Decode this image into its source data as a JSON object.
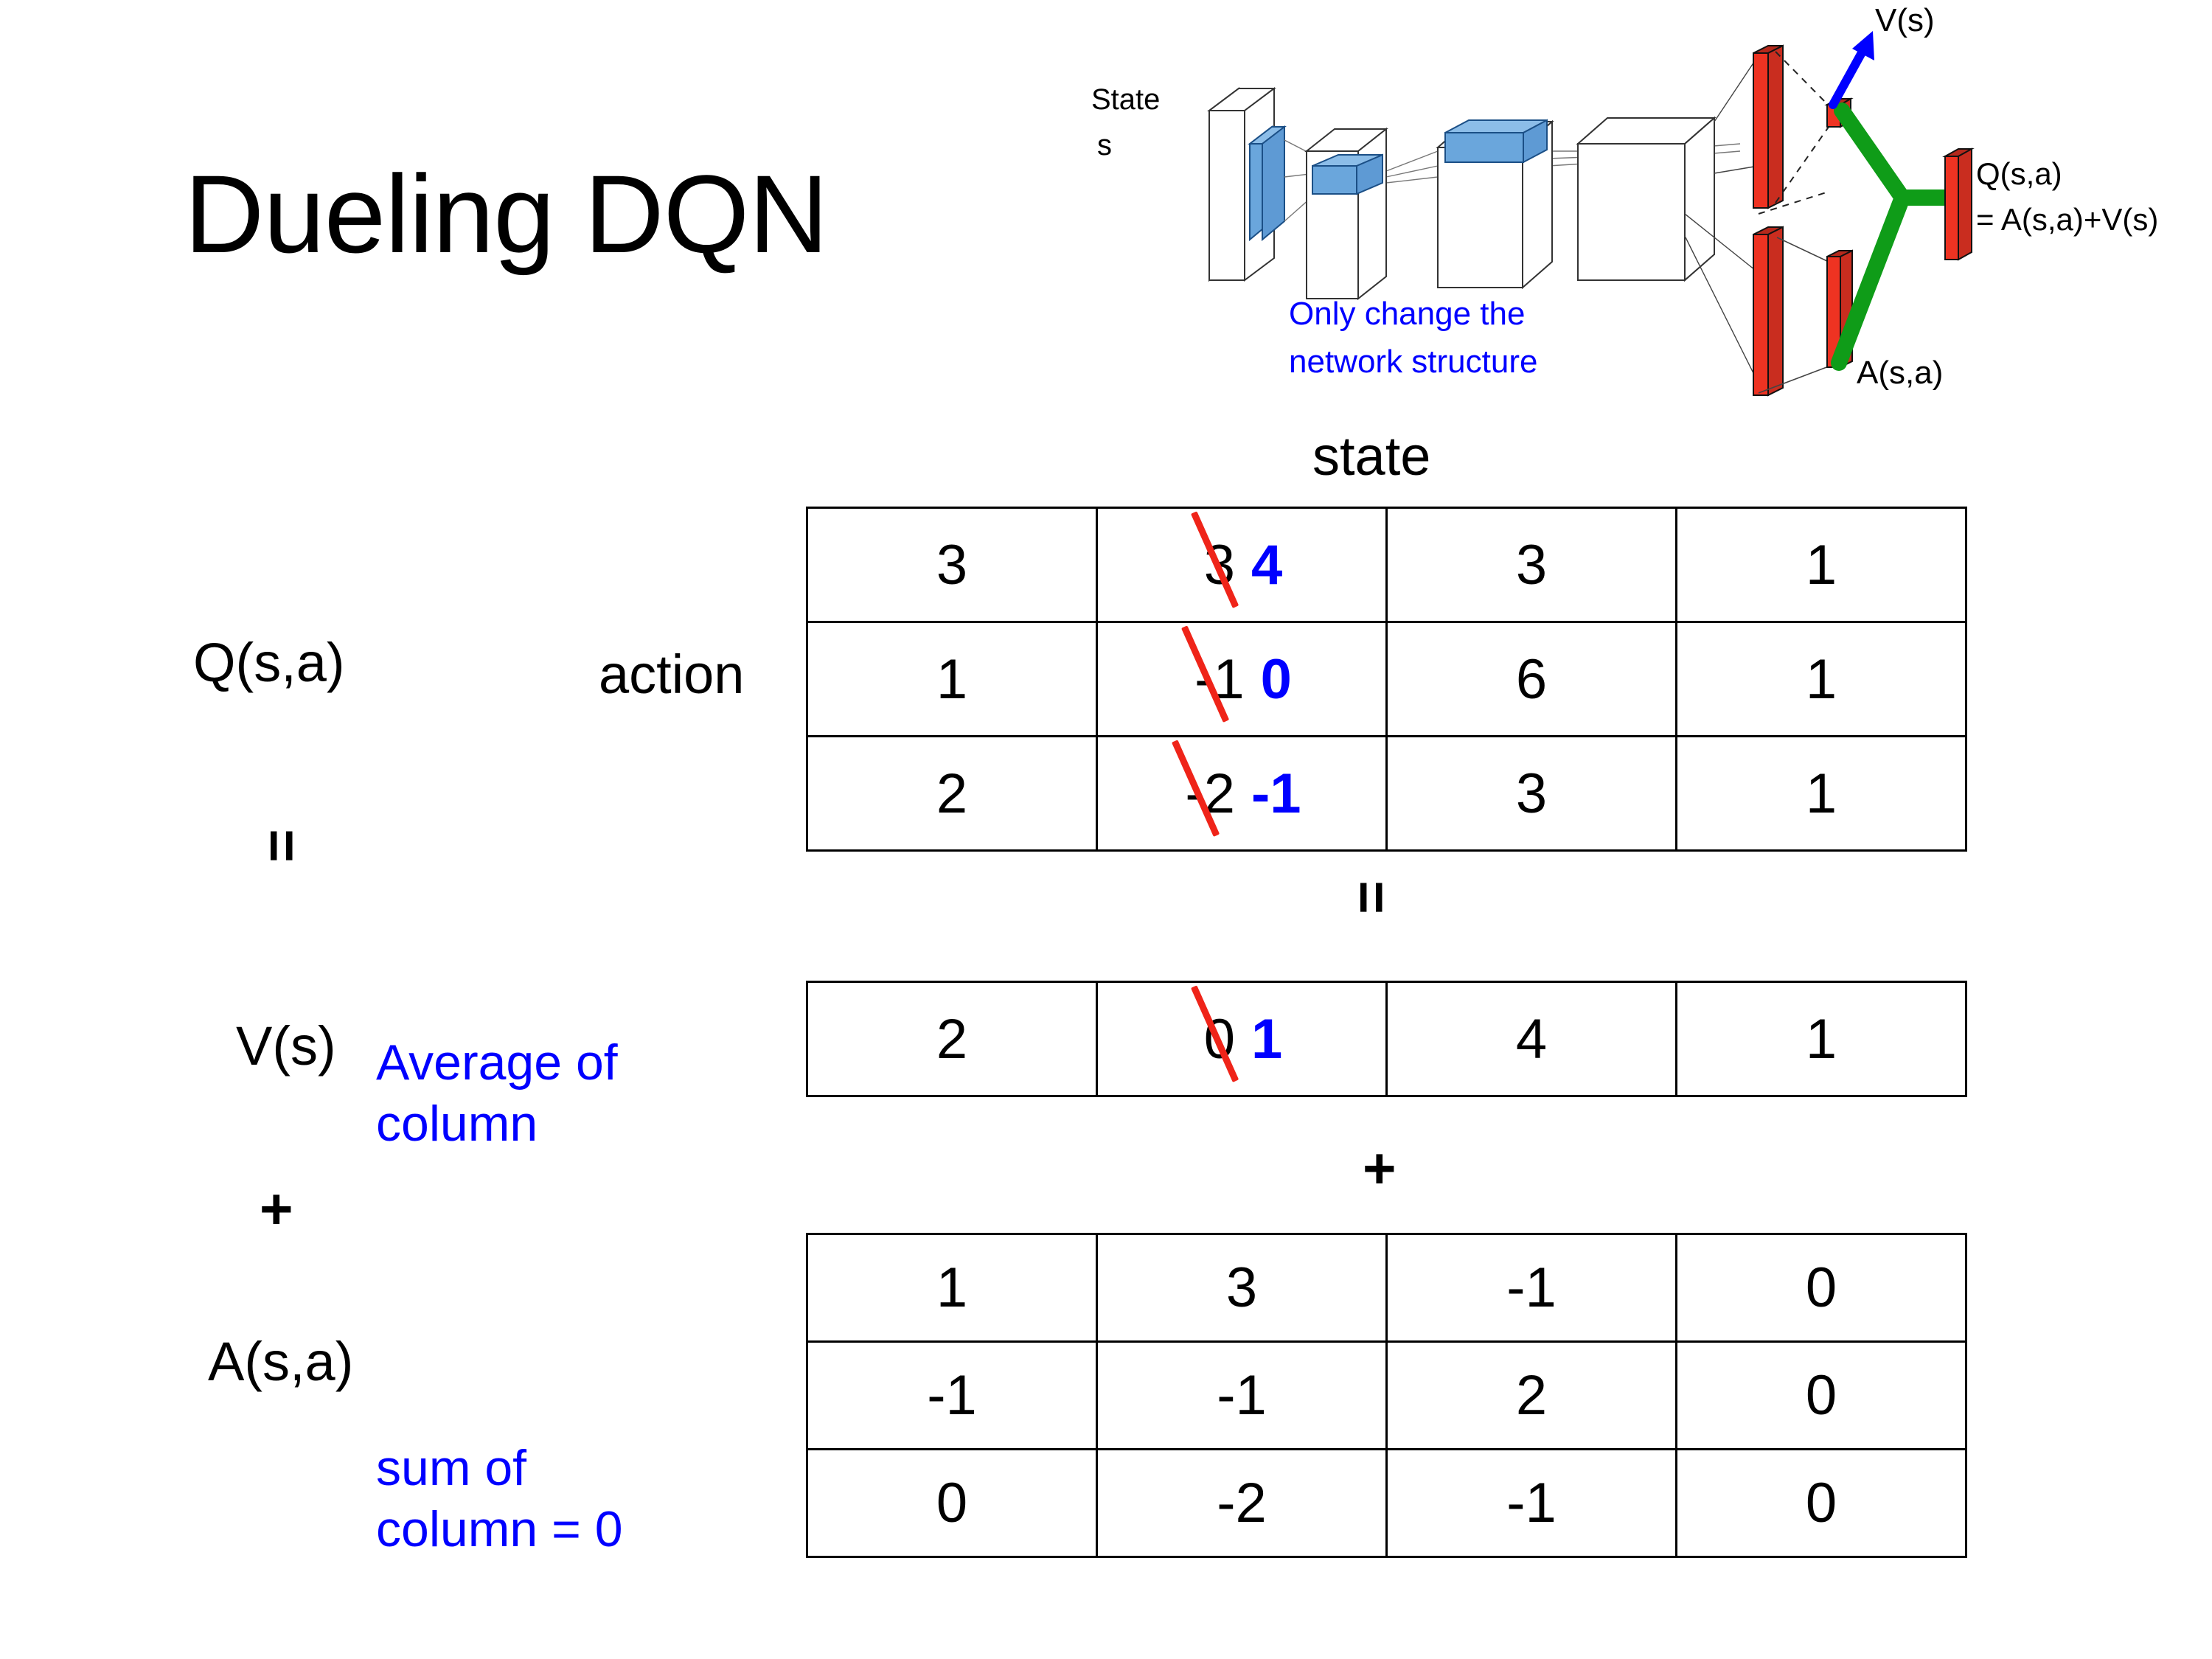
{
  "slide": {
    "title": "Dueling DQN"
  },
  "diagram": {
    "input_label_line1": "State",
    "input_label_line2": "s",
    "note_line1": "Only change the",
    "note_line2": "network structure",
    "value_head_label": "V(s)",
    "advantage_head_label": "A(s,a)",
    "output_label_line1": "Q(s,a)",
    "output_label_line2": "= A(s,a)+V(s)",
    "colors": {
      "note_blue": "#0000ff",
      "arrow_blue": "#0000ff",
      "bar_red": "#ee3322",
      "merge_green": "#0f9c18",
      "conv_blue": "#6aa6dc"
    }
  },
  "captions": {
    "state": "state",
    "action": "action"
  },
  "labels": {
    "q": "Q(s,a)",
    "v": "V(s)",
    "a": "A(s,a)",
    "equals_1": "=",
    "equals_mid": "=",
    "plus_1": "+",
    "plus_mid": "+"
  },
  "notes": {
    "average_line1": "Average of",
    "average_line2": "column",
    "sum_line1": "sum of",
    "sum_line2": "column = 0",
    "color": "#0000ff"
  },
  "chart_data": {
    "type": "table",
    "title": "Dueling DQN decomposition Q(s,a) = V(s) + A(s,a)",
    "xlabel": "state",
    "ylabel": "action",
    "edit_colors": {
      "strikethrough": "#ef2419",
      "corrected": "#0000ff"
    },
    "tables": [
      {
        "name": "Q(s,a)",
        "rows": 3,
        "cols": 4,
        "values": [
          [
            "3",
            "3",
            "3",
            "1"
          ],
          [
            "1",
            "-1",
            "6",
            "1"
          ],
          [
            "2",
            "-2",
            "3",
            "1"
          ]
        ],
        "edits": [
          {
            "row": 0,
            "col": 1,
            "old": "3",
            "new": "4"
          },
          {
            "row": 1,
            "col": 1,
            "old": "-1",
            "new": "0"
          },
          {
            "row": 2,
            "col": 1,
            "old": "-2",
            "new": "-1"
          }
        ]
      },
      {
        "name": "V(s)",
        "rows": 1,
        "cols": 4,
        "values": [
          [
            "2",
            "0",
            "4",
            "1"
          ]
        ],
        "edits": [
          {
            "row": 0,
            "col": 1,
            "old": "0",
            "new": "1"
          }
        ]
      },
      {
        "name": "A(s,a)",
        "rows": 3,
        "cols": 4,
        "values": [
          [
            "1",
            "3",
            "-1",
            "0"
          ],
          [
            "-1",
            "-1",
            "2",
            "0"
          ],
          [
            "0",
            "-2",
            "-1",
            "0"
          ]
        ],
        "edits": []
      }
    ]
  },
  "q_table": {
    "r0c0": "3",
    "r0c1_old": "3",
    "r0c1_new": "4",
    "r0c2": "3",
    "r0c3": "1",
    "r1c0": "1",
    "r1c1_old": "-1",
    "r1c1_new": "0",
    "r1c2": "6",
    "r1c3": "1",
    "r2c0": "2",
    "r2c1_old": "-2",
    "r2c1_new": "-1",
    "r2c2": "3",
    "r2c3": "1"
  },
  "v_table": {
    "c0": "2",
    "c1_old": "0",
    "c1_new": "1",
    "c2": "4",
    "c3": "1"
  },
  "a_table": {
    "r0c0": "1",
    "r0c1": "3",
    "r0c2": "-1",
    "r0c3": "0",
    "r1c0": "-1",
    "r1c1": "-1",
    "r1c2": "2",
    "r1c3": "0",
    "r2c0": "0",
    "r2c1": "-2",
    "r2c2": "-1",
    "r2c3": "0"
  }
}
